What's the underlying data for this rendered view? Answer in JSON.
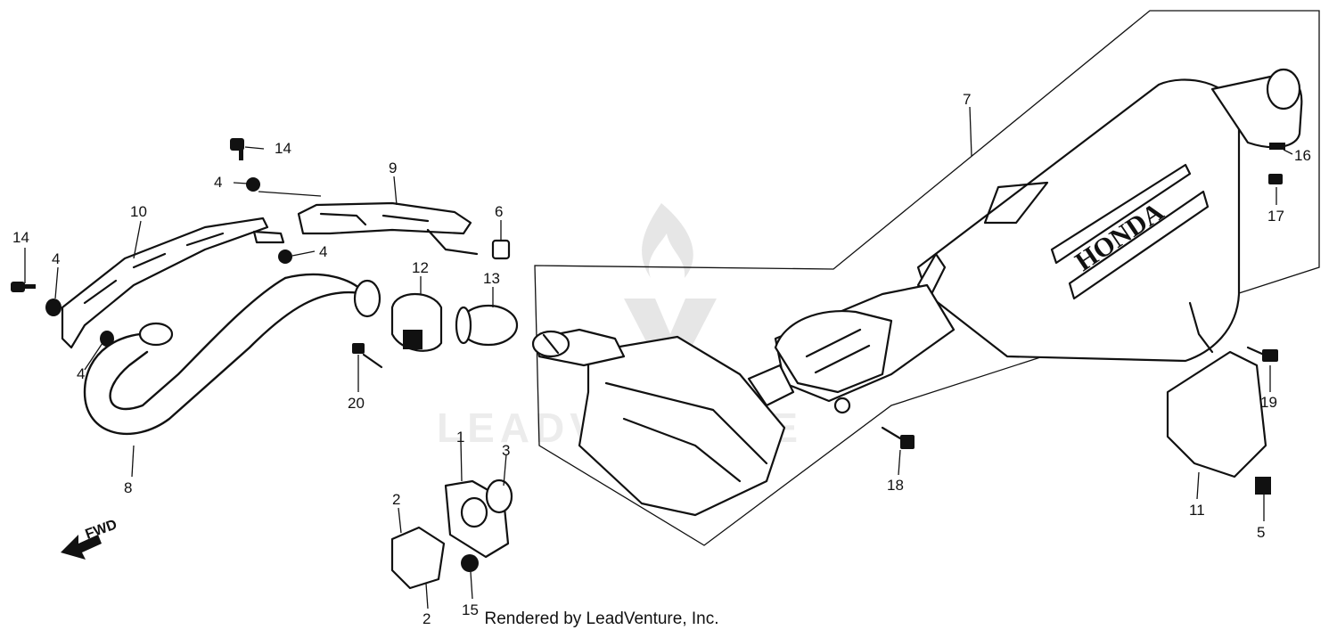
{
  "diagram": {
    "parts": [
      {
        "id": "p7",
        "number": "7"
      },
      {
        "id": "p16",
        "number": "16"
      },
      {
        "id": "p17",
        "number": "17"
      },
      {
        "id": "p14a",
        "number": "14"
      },
      {
        "id": "p9",
        "number": "9"
      },
      {
        "id": "p4a",
        "number": "4"
      },
      {
        "id": "p10",
        "number": "10"
      },
      {
        "id": "p6",
        "number": "6"
      },
      {
        "id": "p14b",
        "number": "14"
      },
      {
        "id": "p4b",
        "number": "4"
      },
      {
        "id": "p4c",
        "number": "4"
      },
      {
        "id": "p12",
        "number": "12"
      },
      {
        "id": "p13",
        "number": "13"
      },
      {
        "id": "p4d",
        "number": "4"
      },
      {
        "id": "p20",
        "number": "20"
      },
      {
        "id": "p19",
        "number": "19"
      },
      {
        "id": "p18",
        "number": "18"
      },
      {
        "id": "p1",
        "number": "1"
      },
      {
        "id": "p3",
        "number": "3"
      },
      {
        "id": "p8",
        "number": "8"
      },
      {
        "id": "p11",
        "number": "11"
      },
      {
        "id": "p2a",
        "number": "2"
      },
      {
        "id": "p5",
        "number": "5"
      },
      {
        "id": "p15",
        "number": "15"
      },
      {
        "id": "p2b",
        "number": "2"
      }
    ],
    "direction_label": "FWD",
    "brand_text": "HONDA",
    "watermark_text": "LEADVENTURE"
  },
  "footer": {
    "credit": "Rendered by LeadVenture, Inc."
  },
  "colors": {
    "ink": "#111111",
    "background": "#ffffff",
    "watermark": "#e6e6e6"
  }
}
